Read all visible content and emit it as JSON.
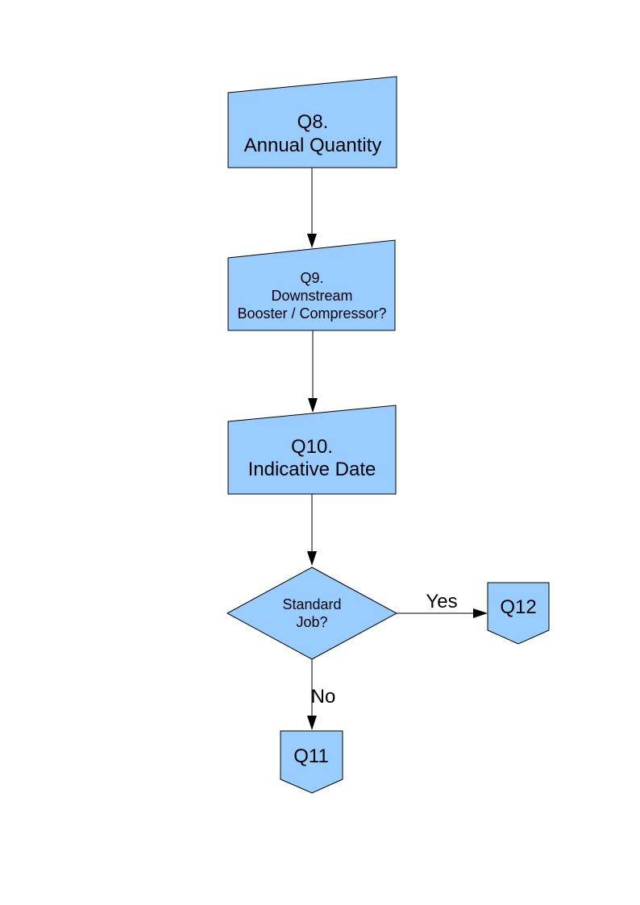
{
  "diagram": {
    "fill_color": "#99ccff",
    "stroke_color": "#000000",
    "nodes": {
      "q8": {
        "shape": "manual-input",
        "lines": [
          "Q8.",
          "Annual Quantity"
        ]
      },
      "q9": {
        "shape": "manual-input",
        "lines": [
          "Q9.",
          "Downstream",
          "Booster / Compressor?"
        ]
      },
      "q10": {
        "shape": "manual-input",
        "lines": [
          "Q10.",
          "Indicative Date"
        ]
      },
      "decision": {
        "shape": "decision-diamond",
        "lines": [
          "Standard",
          "Job?"
        ]
      },
      "q12": {
        "shape": "off-page-connector",
        "lines": [
          "Q12"
        ]
      },
      "q11": {
        "shape": "off-page-connector",
        "lines": [
          "Q11"
        ]
      }
    },
    "labels": {
      "yes": "Yes",
      "no": "No"
    }
  }
}
